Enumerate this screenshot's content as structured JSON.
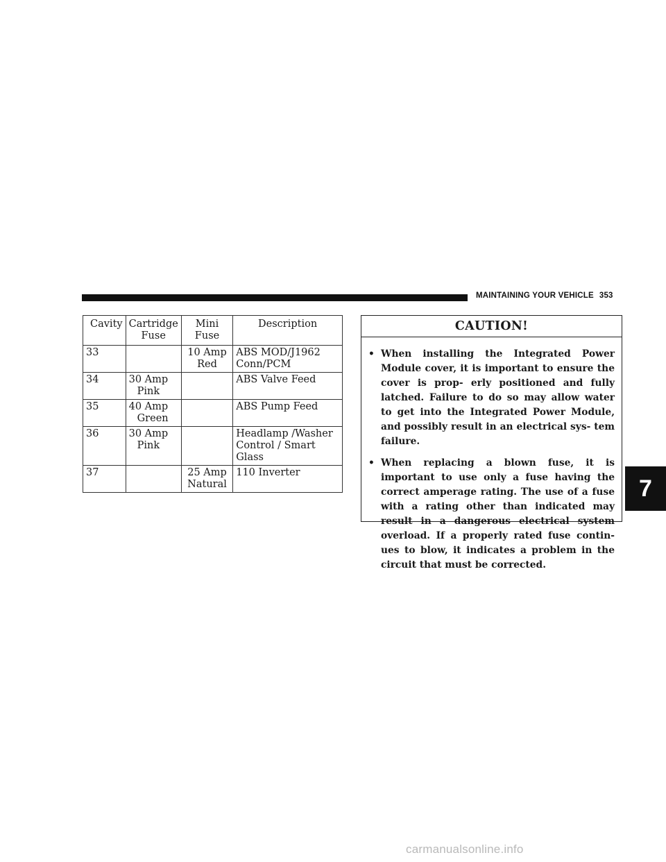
{
  "header": {
    "section": "MAINTAINING YOUR VEHICLE",
    "page": "353"
  },
  "table": {
    "headers": [
      {
        "line1": "Cavity",
        "line2": ""
      },
      {
        "line1": "Cartridge",
        "line2": "Fuse"
      },
      {
        "line1": "Mini",
        "line2": "Fuse"
      },
      {
        "line1": "Description",
        "line2": ""
      }
    ],
    "rows": [
      {
        "cavity": "33",
        "cartridge1": "",
        "cartridge2": "",
        "mini1": "10 Amp",
        "mini2": "Red",
        "desc1": "ABS MOD/J1962",
        "desc2": "Conn/PCM"
      },
      {
        "cavity": "34",
        "cartridge1": "30 Amp",
        "cartridge2": "Pink",
        "mini1": "",
        "mini2": "",
        "desc1": "ABS Valve Feed",
        "desc2": ""
      },
      {
        "cavity": "35",
        "cartridge1": "40 Amp",
        "cartridge2": "Green",
        "mini1": "",
        "mini2": "",
        "desc1": "ABS Pump Feed",
        "desc2": ""
      },
      {
        "cavity": "36",
        "cartridge1": "30 Amp",
        "cartridge2": "Pink",
        "mini1": "",
        "mini2": "",
        "desc1": "Headlamp /Washer",
        "desc2": "Control / Smart Glass"
      },
      {
        "cavity": "37",
        "cartridge1": "",
        "cartridge2": "",
        "mini1": "25 Amp",
        "mini2": "Natural",
        "desc1": "110 Inverter",
        "desc2": ""
      }
    ]
  },
  "caution": {
    "title": "CAUTION!",
    "bullet_symbol": "•",
    "items": [
      "When installing the Integrated Power Module cover, it is important to ensure the cover is prop- erly positioned and fully latched. Failure to do so may allow water to get into the Integrated Power Module, and possibly result in an electrical sys- tem failure.",
      "When replacing a blown fuse, it is important to use only a fuse having the correct amperage rating. The use of a fuse with a rating other than indicated may result in a dangerous electrical system overload. If a properly rated fuse contin- ues to blow, it indicates a problem in the circuit that must be corrected."
    ]
  },
  "chapter_tab": "7",
  "watermark": "carmanualsonline.info"
}
